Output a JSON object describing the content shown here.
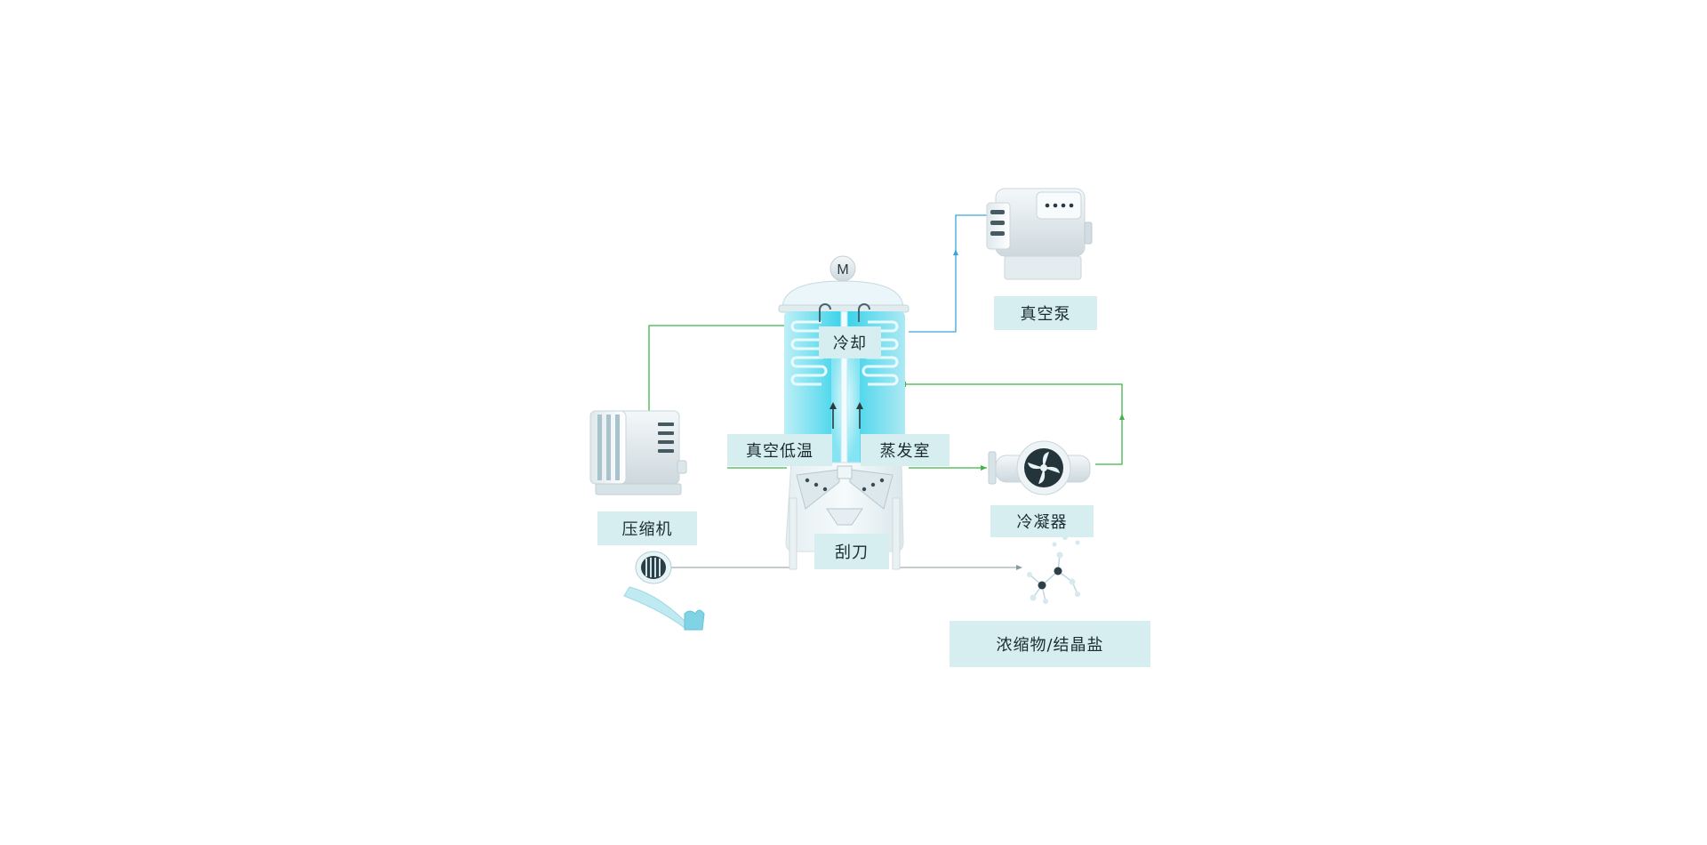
{
  "diagram": {
    "motor_symbol": "M",
    "labels": {
      "cooling": "冷却",
      "vacuum_low_temp": "真空低温",
      "evaporation_chamber": "蒸发室",
      "scraper": "刮刀",
      "compressor": "压缩机",
      "vacuum_pump": "真空泵",
      "condenser": "冷凝器",
      "concentrate": "浓缩物/结晶盐"
    },
    "colors": {
      "accent": "#23c4dc",
      "pipe_green": "#3fb44a",
      "pipe_gray": "#8a9aa0",
      "pipe_blue": "#3aa7d8",
      "label_bg": "#d6eef0"
    },
    "icons": [
      "motor-icon",
      "compressor-icon",
      "vacuum-pump-icon",
      "condenser-fan-icon",
      "feed-inlet-icon",
      "crystal-molecule-icon"
    ]
  }
}
